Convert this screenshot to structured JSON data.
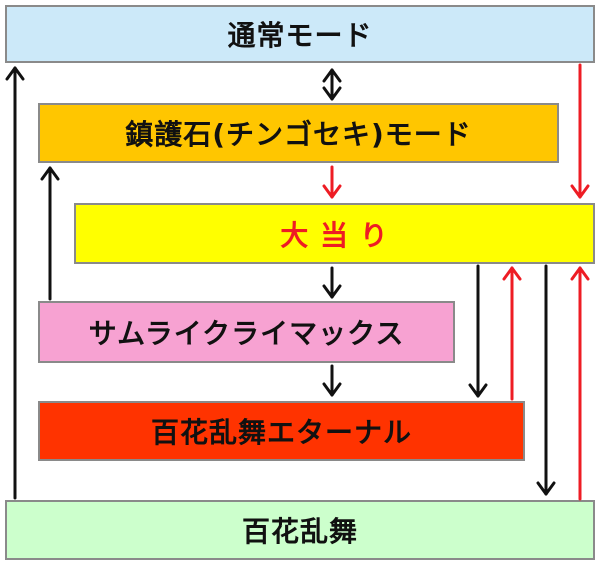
{
  "nodes": {
    "normal": {
      "label": "通常モード",
      "color": "#cce9f9",
      "text_color": "#111111"
    },
    "chinseki": {
      "label": "鎮護石(チンゴセキ)モード",
      "color": "#ffc600",
      "text_color": "#111111"
    },
    "jackpot": {
      "label": "大 当 り",
      "color": "#ffff00",
      "text_color": "#ee1c24"
    },
    "climax": {
      "label": "サムライクライマックス",
      "color": "#f7a2d2",
      "text_color": "#111111"
    },
    "eternal": {
      "label": "百花乱舞エターナル",
      "color": "#ff3300",
      "text_color": "#111111"
    },
    "hyakka": {
      "label": "百花乱舞",
      "color": "#ccffcc",
      "text_color": "#111111"
    }
  },
  "arrow_colors": {
    "black": "#111111",
    "red": "#ee1c24"
  }
}
